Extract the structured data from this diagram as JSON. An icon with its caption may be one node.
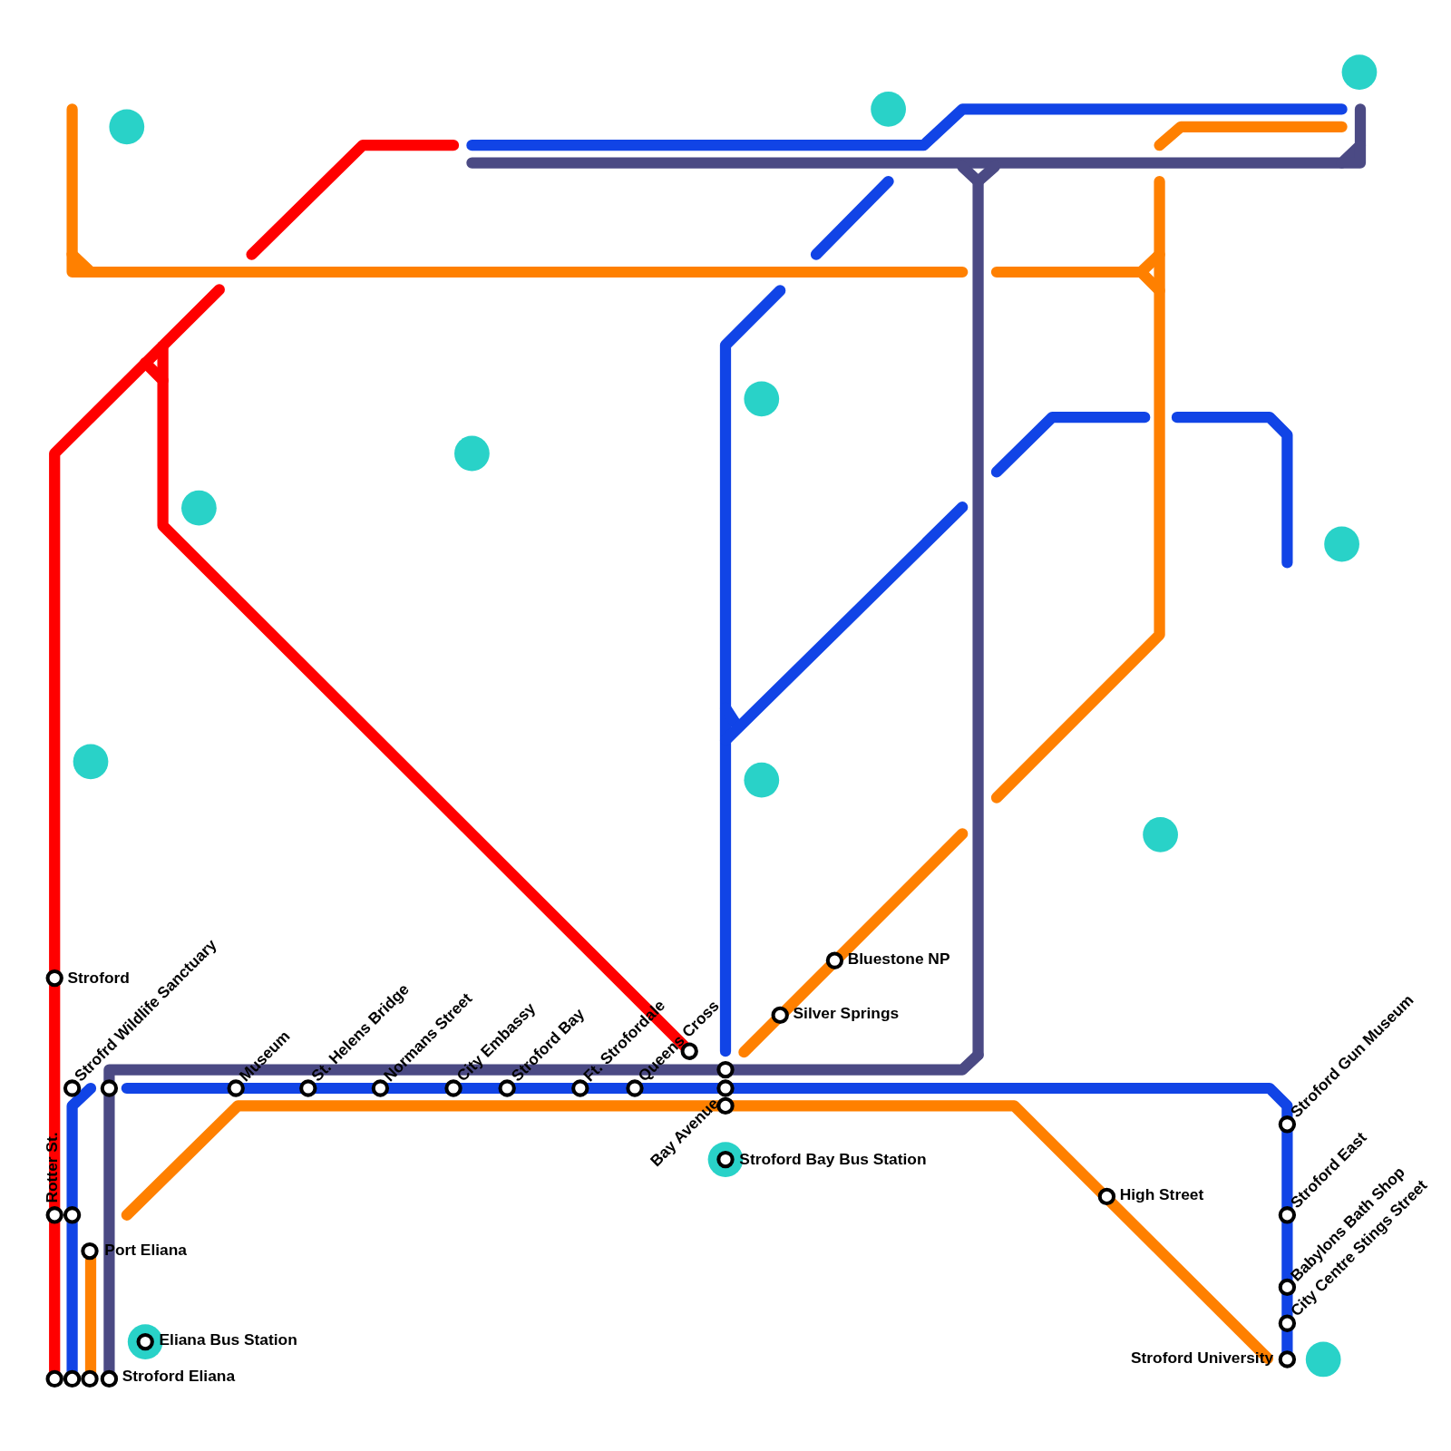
{
  "diagram": {
    "labels": [
      "Stroford",
      "Strofrd Wildlife Sanctuary",
      "Museum",
      "St. Helens Bridge",
      "Normans Street",
      "City Embassy",
      "Stroford Bay",
      "Ft. Strofordale",
      "Queens Cross",
      "Bluestone NP",
      "Silver Springs",
      "Stroford Gun Museum",
      "Bay Avenue",
      "Stroford Bay Bus Station",
      "Rotter St.",
      "High Street",
      "Stroford East",
      "Port Eliana",
      "Babylons Bath Shop",
      "City Centre Stings Street",
      "Eliana Bus Station",
      "Stroford University",
      "Stroford Eliana"
    ]
  }
}
